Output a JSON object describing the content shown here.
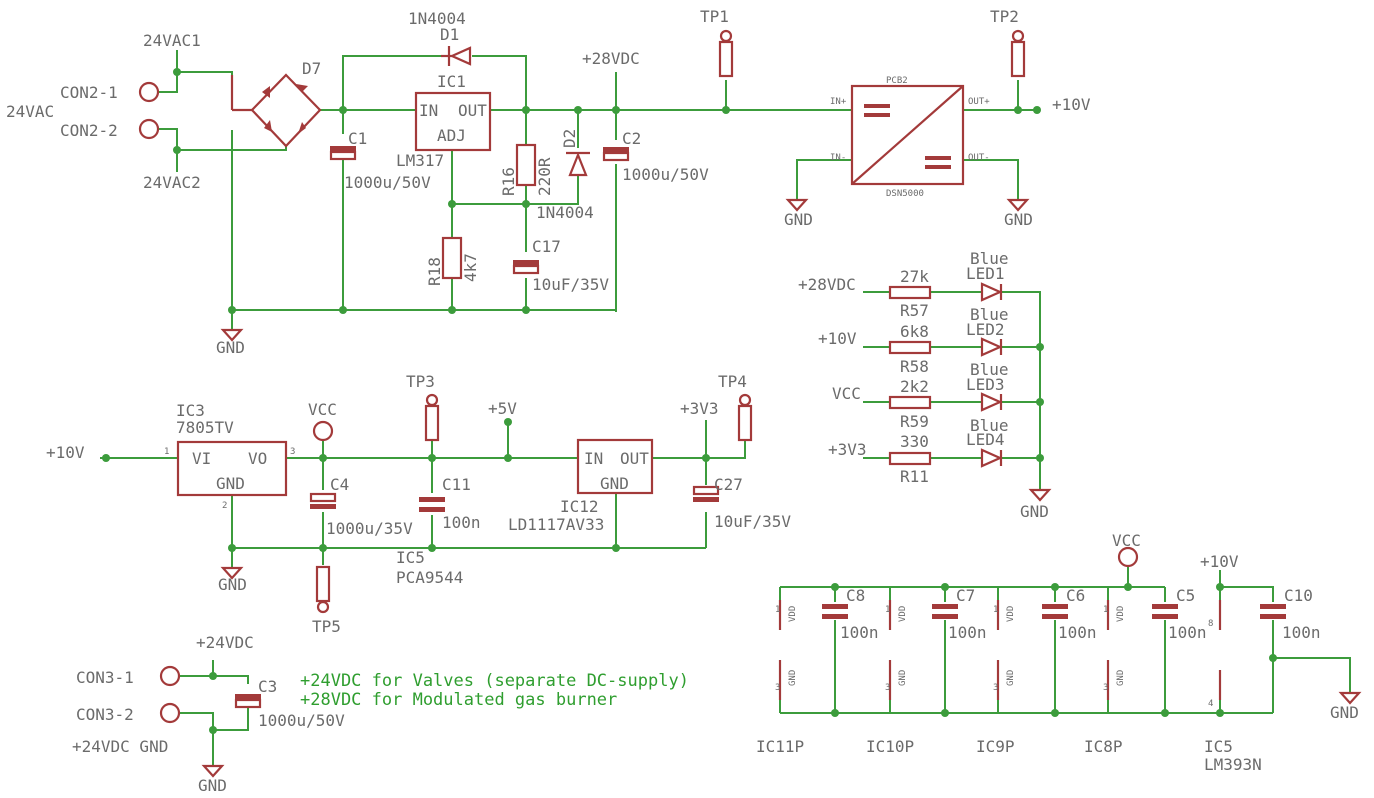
{
  "labels": {
    "con2_1": "CON2-1",
    "con2_2": "CON2-2",
    "ac_24vac": "24VAC",
    "ac_24vac1": "24VAC1",
    "ac_24vac2": "24VAC2",
    "d7": "D7",
    "c1": "C1",
    "c1_val": "1000u/50V",
    "ic1": "IC1",
    "ic1_part": "LM317",
    "ic1_in": "IN",
    "ic1_out": "OUT",
    "ic1_adj": "ADJ",
    "d1": "D1",
    "d1_part": "1N4004",
    "r16": "R16",
    "r16_val": "220R",
    "d2": "D2",
    "d2_part": "1N4004",
    "c2": "C2",
    "c2_val": "1000u/50V",
    "net_28vdc": "+28VDC",
    "tp1": "TP1",
    "tp2": "TP2",
    "r18": "R18",
    "r18_val": "4k7",
    "c17": "C17",
    "c17_val": "10uF/35V",
    "gnd": "GND",
    "pcb2": "PCB2",
    "pcb2_part": "DSN5000",
    "pcb2_in_p": "IN+",
    "pcb2_in_n": "IN-",
    "pcb2_out_p": "OUT+",
    "pcb2_out_n": "OUT-",
    "net_10v": "+10V",
    "r57_val": "27k",
    "r57": "R57",
    "r58_val": "6k8",
    "r58": "R58",
    "r59_val": "2k2",
    "r59": "R59",
    "r11_val": "330",
    "r11": "R11",
    "led_blue": "Blue",
    "led1": "LED1",
    "led2": "LED2",
    "led3": "LED3",
    "led4": "LED4",
    "net_vcc": "VCC",
    "net_3v3": "+3V3",
    "net_5v": "+5V",
    "ic3": "IC3",
    "ic3_part": "7805TV",
    "ic3_vi": "VI",
    "ic3_vo": "VO",
    "ic3_gnd": "GND",
    "pin1": "1",
    "pin2": "2",
    "pin3": "3",
    "pin4": "4",
    "pin8": "8",
    "c4": "C4",
    "c4_val": "1000u/35V",
    "tp3": "TP3",
    "tp4": "TP4",
    "tp5": "TP5",
    "c11": "C11",
    "c11_val": "100n",
    "ic12": "IC12",
    "ic12_part": "LD1117AV33",
    "ic12_in": "IN",
    "ic12_out": "OUT",
    "ic12_gnd": "GND",
    "c27": "C27",
    "c27_val": "10uF/35V",
    "ic5": "IC5",
    "ic5_part_pca": "PCA9544",
    "ic5_part_lm": "LM393N",
    "net_24vdc": "+24VDC",
    "con3_1": "CON3-1",
    "con3_2": "CON3-2",
    "net_24vdc_gnd": "+24VDC GND",
    "c3": "C3",
    "c3_val": "1000u/50V",
    "c8": "C8",
    "c7": "C7",
    "c6": "C6",
    "c5": "C5",
    "c10": "C10",
    "val_100n": "100n",
    "vdd": "VDD",
    "ic11p": "IC11P",
    "ic10p": "IC10P",
    "ic9p": "IC9P",
    "ic8p": "IC8P",
    "note1": "+24VDC for Valves (separate DC-supply)",
    "note2": "+28VDC for Modulated gas burner"
  },
  "colors": {
    "wire": "#3c9c3c",
    "part": "#a33a3a",
    "text": "#6b6b6b",
    "note": "#2f9e2f"
  }
}
